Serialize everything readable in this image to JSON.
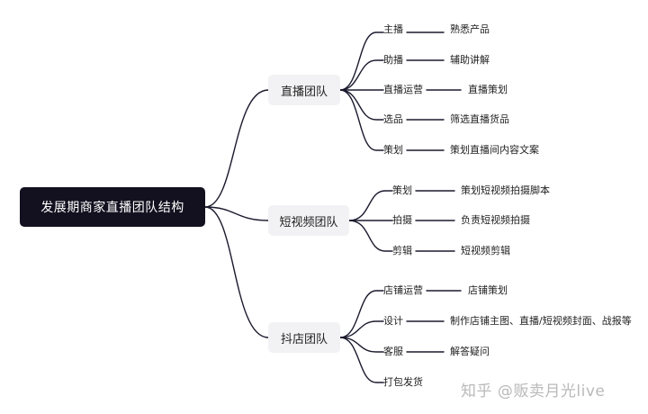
{
  "root": {
    "label": "发展期商家直播团队结构"
  },
  "groups": [
    {
      "label": "直播团队",
      "items": [
        {
          "label": "主播",
          "detail": "熟悉产品"
        },
        {
          "label": "助播",
          "detail": "辅助讲解"
        },
        {
          "label": "直播运营",
          "detail": "直播策划"
        },
        {
          "label": "选品",
          "detail": "筛选直播货品"
        },
        {
          "label": "策划",
          "detail": "策划直播间内容文案"
        }
      ]
    },
    {
      "label": "短视频团队",
      "items": [
        {
          "label": "策划",
          "detail": "策划短视频拍摄脚本"
        },
        {
          "label": "拍摄",
          "detail": "负责短视频拍摄"
        },
        {
          "label": "剪辑",
          "detail": "短视频剪辑"
        }
      ]
    },
    {
      "label": "抖店团队",
      "items": [
        {
          "label": "店铺运营",
          "detail": "店铺策划"
        },
        {
          "label": "设计",
          "detail": "制作店铺主图、直播/短视频封面、战报等"
        },
        {
          "label": "客服",
          "detail": "解答疑问"
        },
        {
          "label": "打包发货",
          "detail": ""
        }
      ]
    }
  ],
  "watermark": "知乎 @贩卖月光live",
  "colors": {
    "root_bg": "#13111f",
    "group_bg": "#f2f2f4",
    "connector": "#1a1a2e",
    "watermark": "#b9b9b9"
  }
}
